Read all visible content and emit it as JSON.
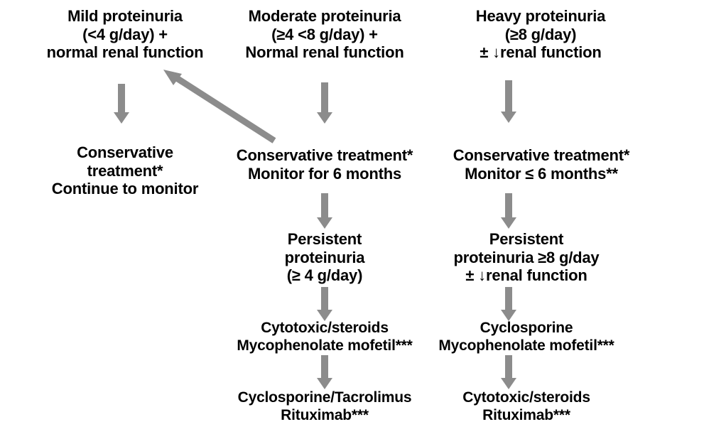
{
  "diagram": {
    "title": "Proteinuria treatment algorithm flowchart",
    "arrow_color": "#8c8c8c",
    "text_color": "#000000",
    "background": "#ffffff",
    "columns": [
      {
        "id": "mild",
        "nodes": [
          {
            "id": "mild-header",
            "text": "Mild proteinuria\n(<4 g/day) +\nnormal renal function"
          },
          {
            "id": "mild-treatment",
            "text": "Conservative\ntreatment*\nContinue to monitor"
          }
        ]
      },
      {
        "id": "moderate",
        "nodes": [
          {
            "id": "moderate-header",
            "text": "Moderate proteinuria\n(≥4 <8 g/day) +\nNormal renal function"
          },
          {
            "id": "moderate-conservative",
            "text": "Conservative treatment*\nMonitor for 6 months"
          },
          {
            "id": "moderate-persistent",
            "text": "Persistent\nproteinuria\n(≥ 4 g/day)"
          },
          {
            "id": "moderate-therapy-1",
            "text": "Cytotoxic/steroids\nMycophenolate mofetil***"
          },
          {
            "id": "moderate-therapy-2",
            "text": "Cyclosporine/Tacrolimus\nRituximab***"
          }
        ]
      },
      {
        "id": "heavy",
        "nodes": [
          {
            "id": "heavy-header",
            "text": "Heavy proteinuria\n(≥8 g/day)\n± ↓renal function"
          },
          {
            "id": "heavy-conservative",
            "text": "Conservative treatment*\nMonitor ≤ 6 months**"
          },
          {
            "id": "heavy-persistent",
            "text": "Persistent\nproteinuria ≥8 g/day\n± ↓renal function"
          },
          {
            "id": "heavy-therapy-1",
            "text": "Cyclosporine\nMycophenolate mofetil***"
          },
          {
            "id": "heavy-therapy-2",
            "text": "Cytotoxic/steroids\nRituximab***"
          }
        ]
      }
    ],
    "connectors": [
      {
        "id": "mild-down",
        "type": "down-arrow"
      },
      {
        "id": "moderate-down-1",
        "type": "down-arrow"
      },
      {
        "id": "moderate-down-2",
        "type": "down-arrow"
      },
      {
        "id": "moderate-down-3",
        "type": "down-arrow"
      },
      {
        "id": "moderate-down-4",
        "type": "down-arrow"
      },
      {
        "id": "heavy-down-1",
        "type": "down-arrow"
      },
      {
        "id": "heavy-down-2",
        "type": "down-arrow"
      },
      {
        "id": "heavy-down-3",
        "type": "down-arrow"
      },
      {
        "id": "heavy-down-4",
        "type": "down-arrow"
      },
      {
        "id": "moderate-to-mild",
        "type": "diagonal-arrow"
      }
    ]
  }
}
